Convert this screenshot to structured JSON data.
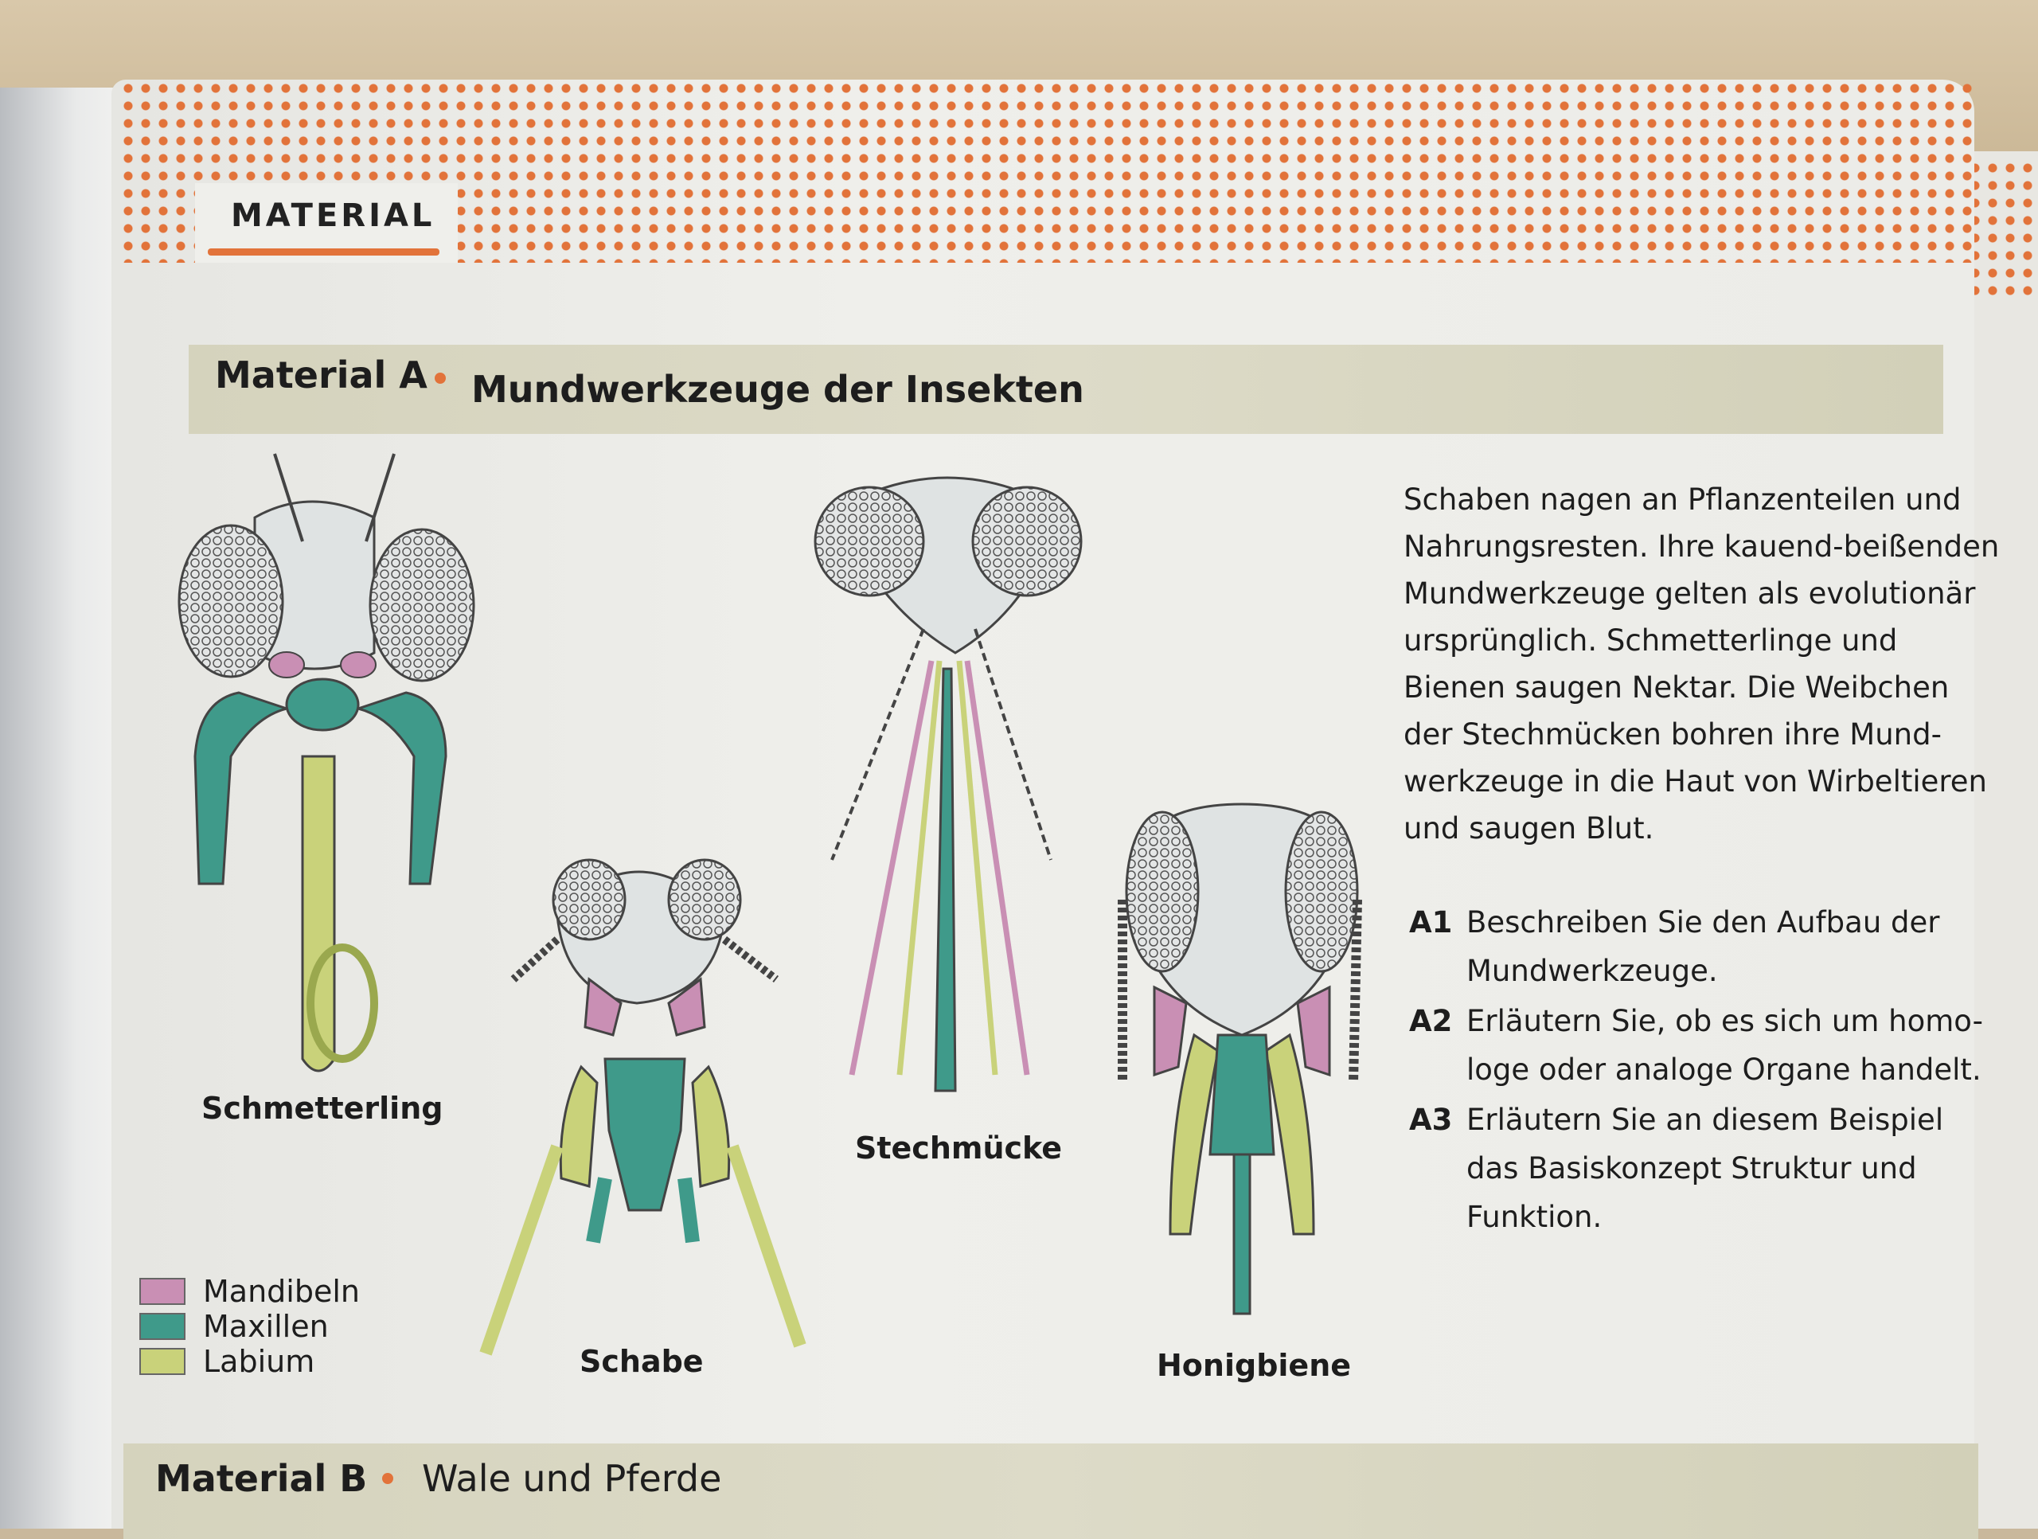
{
  "header": {
    "section_tab": "MATERIAL"
  },
  "material_a": {
    "label": "Material A",
    "title": "Mundwerkzeuge der Insekten"
  },
  "body_lines": [
    "Schaben nagen an Pflanzenteilen und",
    "Nahrungsresten. Ihre kauend-beißenden",
    "Mundwerkzeuge gelten als evolutionär",
    "ursprünglich. Schmetterlinge und",
    "Bienen saugen Nektar. Die Weibchen",
    "der Stechmücken bohren ihre Mund-",
    "werkzeuge in die Haut von Wirbeltieren",
    "und saugen Blut."
  ],
  "tasks": [
    {
      "id": "A1",
      "lines": [
        "Beschreiben Sie den Aufbau der",
        "Mundwerkzeuge."
      ]
    },
    {
      "id": "A2",
      "lines": [
        "Erläutern Sie, ob es sich um homo-",
        "loge oder analoge Organe handelt."
      ]
    },
    {
      "id": "A3",
      "lines": [
        "Erläutern Sie an diesem Beispiel",
        "das Basiskonzept Struktur und",
        "Funktion."
      ]
    }
  ],
  "figure_labels": {
    "butterfly": "Schmetterling",
    "cockroach": "Schabe",
    "mosquito": "Stechmücke",
    "honeybee": "Honigbiene"
  },
  "legend": [
    {
      "label": "Mandibeln",
      "color": "#c98fb4"
    },
    {
      "label": "Maxillen",
      "color": "#3f9a8a"
    },
    {
      "label": "Labium",
      "color": "#c9d27a"
    }
  ],
  "material_b": {
    "label": "Material B",
    "title": "Wale und Pferde"
  },
  "colors": {
    "accent": "#e2733a",
    "header_bar": "#d8d6c0"
  }
}
